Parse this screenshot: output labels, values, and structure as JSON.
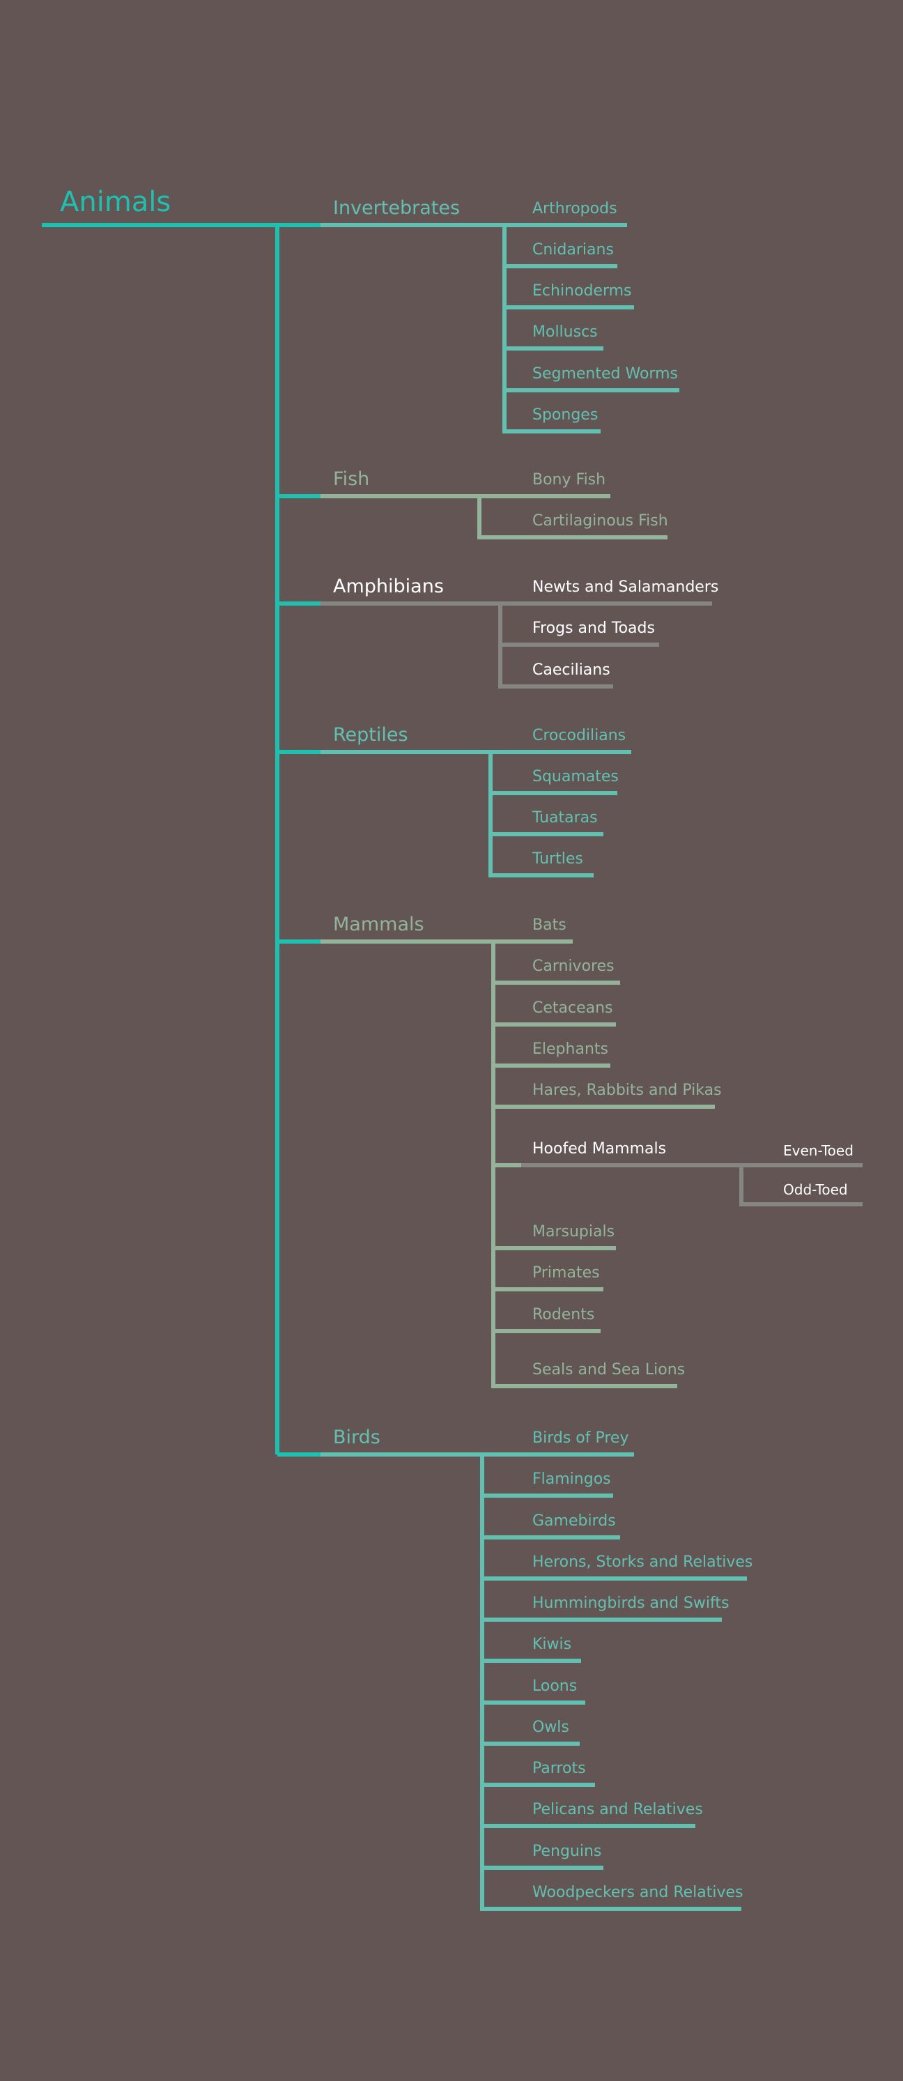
{
  "colors": {
    "background": "#645555",
    "root": "#1ec0b0",
    "invertebrates": "#62c0b0",
    "fish": "#93b39b",
    "amphibians": "#858582",
    "amphibians_text": "#ffffff",
    "reptiles": "#62c0b0",
    "mammals": "#93b39b",
    "hoofed": "#858582",
    "hoofed_text": "#ffffff",
    "birds": "#62c0b0"
  },
  "tree": {
    "root": "Animals",
    "branches": [
      {
        "key": "invertebrates",
        "label": "Invertebrates",
        "children": [
          {
            "label": "Arthropods"
          },
          {
            "label": "Cnidarians"
          },
          {
            "label": "Echinoderms"
          },
          {
            "label": "Molluscs"
          },
          {
            "label": "Segmented Worms"
          },
          {
            "label": "Sponges"
          }
        ]
      },
      {
        "key": "fish",
        "label": "Fish",
        "children": [
          {
            "label": "Bony Fish"
          },
          {
            "label": "Cartilaginous Fish"
          }
        ]
      },
      {
        "key": "amphibians",
        "label": "Amphibians",
        "children": [
          {
            "label": "Newts and Salamanders"
          },
          {
            "label": "Frogs and Toads"
          },
          {
            "label": "Caecilians"
          }
        ]
      },
      {
        "key": "reptiles",
        "label": "Reptiles",
        "children": [
          {
            "label": "Crocodilians"
          },
          {
            "label": "Squamates"
          },
          {
            "label": "Tuataras"
          },
          {
            "label": "Turtles"
          }
        ]
      },
      {
        "key": "mammals",
        "label": "Mammals",
        "children": [
          {
            "label": "Bats"
          },
          {
            "label": "Carnivores"
          },
          {
            "label": "Cetaceans"
          },
          {
            "label": "Elephants"
          },
          {
            "label": "Hares, Rabbits and Pikas"
          },
          {
            "label": "Hoofed Mammals",
            "children": [
              {
                "label": "Even-Toed"
              },
              {
                "label": "Odd-Toed"
              }
            ]
          },
          {
            "label": "Marsupials"
          },
          {
            "label": "Primates"
          },
          {
            "label": "Rodents"
          },
          {
            "label": "Seals and Sea Lions"
          }
        ]
      },
      {
        "key": "birds",
        "label": "Birds",
        "children": [
          {
            "label": "Birds of Prey"
          },
          {
            "label": "Flamingos"
          },
          {
            "label": "Gamebirds"
          },
          {
            "label": "Herons, Storks and Relatives"
          },
          {
            "label": "Hummingbirds and Swifts"
          },
          {
            "label": "Kiwis"
          },
          {
            "label": "Loons"
          },
          {
            "label": "Owls"
          },
          {
            "label": "Parrots"
          },
          {
            "label": "Pelicans and Relatives"
          },
          {
            "label": "Penguins"
          },
          {
            "label": "Woodpeckers and Relatives"
          }
        ]
      }
    ]
  }
}
